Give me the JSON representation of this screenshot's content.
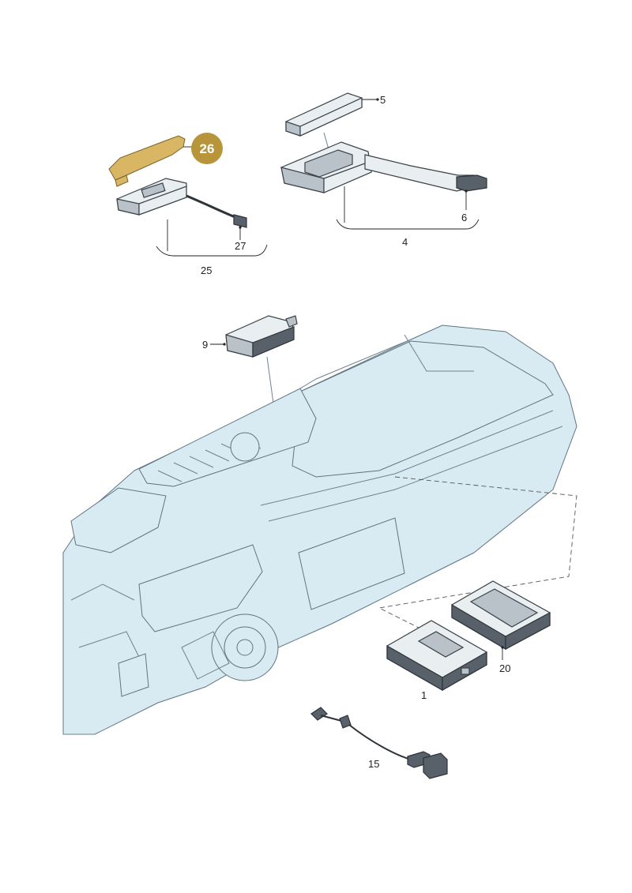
{
  "callouts": {
    "c1": "1",
    "c4": "4",
    "c5": "5",
    "c6": "6",
    "c9": "9",
    "c15": "15",
    "c20": "20",
    "c25": "25",
    "c26": "26",
    "c27": "27"
  },
  "colors": {
    "highlight_badge": "#b8953a",
    "highlight_part": "#d8b664",
    "line_art": "#3a4248",
    "dashboard_tint": "#d8ebf3"
  }
}
